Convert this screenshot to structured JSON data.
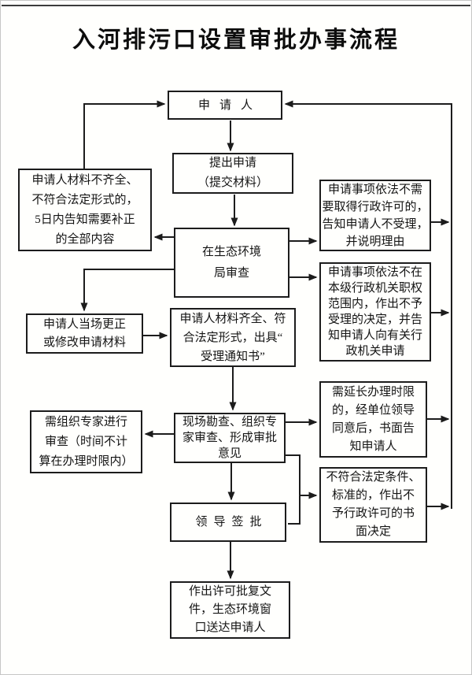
{
  "page": {
    "title": "入河排污口设置审批办事流程"
  },
  "colors": {
    "line": "#1c1c1c",
    "text": "#141414",
    "background": "#fffffd"
  },
  "nodes": {
    "applicant": {
      "label": "申请人"
    },
    "submit": {
      "label": "提出申请\n（提交材料）"
    },
    "review": {
      "label": "在生态环境\n局审查"
    },
    "accept": {
      "label": "申请人材料齐全、符\n合法定形式，出具“\n受理通知书”"
    },
    "survey": {
      "label": "现场勘查、组织专\n家审查、形成审批\n意见"
    },
    "leader": {
      "label": "领导签批"
    },
    "deliver": {
      "label": "作出许可批复文\n件，生态环境窗\n口送达申请人"
    },
    "incomplete": {
      "label": "申请人材料不齐全、\n不符合法定形式的，\n5日内告知需要补正\n的全部内容"
    },
    "correct": {
      "label": "申请人当场更正\n或修改申请材料"
    },
    "expert": {
      "label": "需组织专家进行\n审查（时间不计\n算在办理时限内）"
    },
    "no_permit_needed": {
      "label": "申请事项依法不需\n要取得行政许可的，\n告知申请人不受理，\n并说明理由"
    },
    "no_jurisdiction": {
      "label": "申请事项依法不在\n本级行政机关职权\n范围内，作出不予\n受理的决定，并告\n知申请人向有关行\n政机关申请"
    },
    "extend": {
      "label": "需延长办理时限\n的，经单位领导\n同意后，书面告\n知申请人"
    },
    "deny": {
      "label": "不符合法定条件、\n标准的，作出不\n予行政许可的书\n面决定"
    }
  }
}
